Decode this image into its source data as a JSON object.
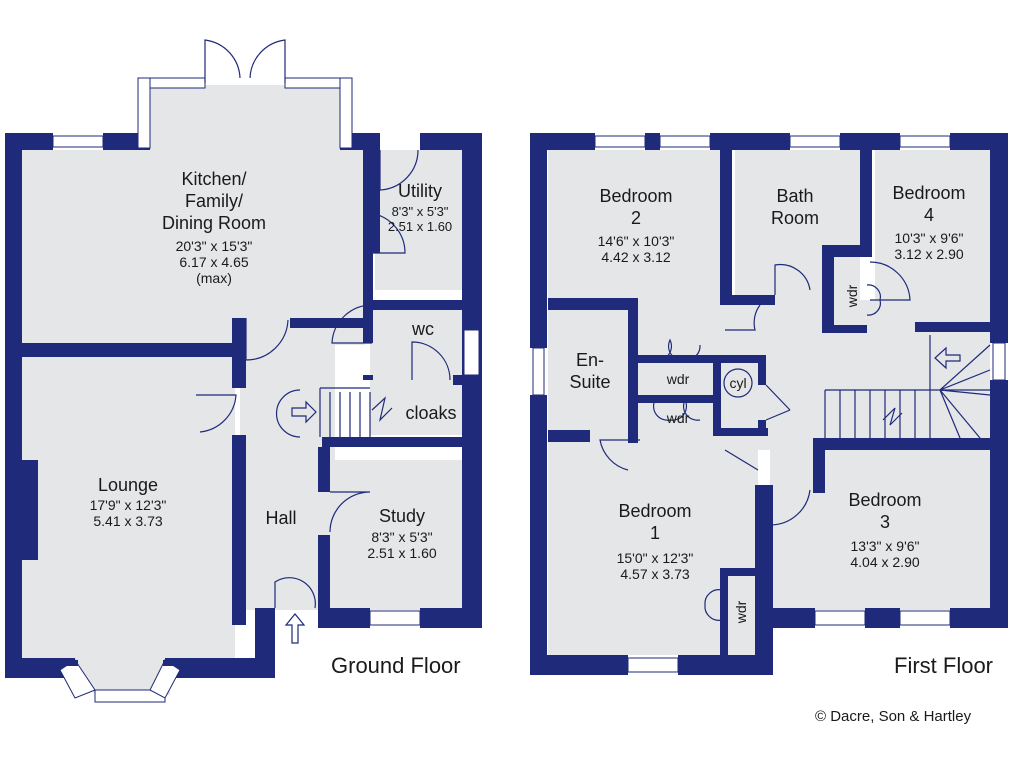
{
  "ground_floor": {
    "title": "Ground Floor",
    "rooms": {
      "kitchen": {
        "name_lines": [
          "Kitchen/",
          "Family/",
          "Dining Room"
        ],
        "imperial": "20'3\" x 15'3\"",
        "metric": "6.17 x 4.65",
        "note": "(max)"
      },
      "utility": {
        "name": "Utility",
        "imperial": "8'3\" x 5'3\"",
        "metric": "2.51 x 1.60"
      },
      "wc": {
        "name": "wc"
      },
      "cloaks": {
        "name": "cloaks"
      },
      "lounge": {
        "name": "Lounge",
        "imperial": "17'9\" x 12'3\"",
        "metric": "5.41 x 3.73"
      },
      "hall": {
        "name": "Hall"
      },
      "study": {
        "name": "Study",
        "imperial": "8'3\" x 5'3\"",
        "metric": "2.51 x 1.60"
      }
    }
  },
  "first_floor": {
    "title": "First Floor",
    "rooms": {
      "bedroom2": {
        "name_lines": [
          "Bedroom",
          "2"
        ],
        "imperial": "14'6\" x 10'3\"",
        "metric": "4.42 x 3.12"
      },
      "bathroom": {
        "name_lines": [
          "Bath",
          "Room"
        ]
      },
      "bedroom4": {
        "name_lines": [
          "Bedroom",
          "4"
        ],
        "imperial": "10'3\" x 9'6\"",
        "metric": "3.12 x 2.90"
      },
      "ensuite": {
        "name_lines": [
          "En-",
          "Suite"
        ]
      },
      "bedroom1": {
        "name_lines": [
          "Bedroom",
          "1"
        ],
        "imperial": "15'0\" x 12'3\"",
        "metric": "4.57 x 3.73"
      },
      "bedroom3": {
        "name_lines": [
          "Bedroom",
          "3"
        ],
        "imperial": "13'3\" x 9'6\"",
        "metric": "4.04 x 2.90"
      }
    },
    "cupboards": {
      "wdr": "wdr",
      "cyl": "cyl"
    }
  },
  "copyright": "© Dacre, Son & Hartley"
}
